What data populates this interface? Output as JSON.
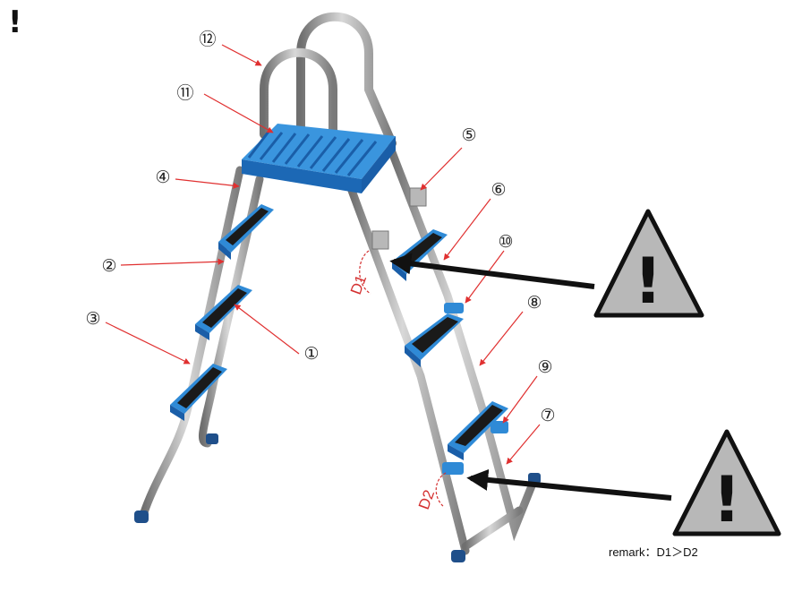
{
  "header_mark": "!",
  "callouts": [
    "①",
    "②",
    "③",
    "④",
    "⑤",
    "⑥",
    "⑦",
    "⑧",
    "⑨",
    "⑩",
    "⑪",
    "⑫"
  ],
  "dimensions": {
    "d1": "D1",
    "d2": "D2"
  },
  "remark": "remark：D1＞D2",
  "warning_symbol": "!",
  "icon_names": [
    "warning-triangle-icon"
  ],
  "colors": {
    "step_blue": "#2f8ad6",
    "step_blue_dark": "#1a5ea8",
    "tread_black": "#1a1a1a",
    "rail_steel": "#9a9a9a",
    "callout_line": "#e03030",
    "pointer": "#111111"
  }
}
